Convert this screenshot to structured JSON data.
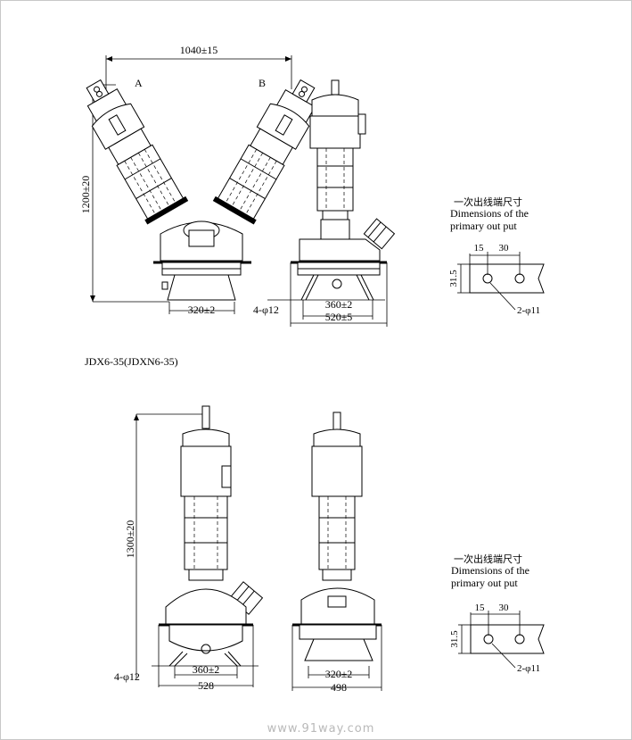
{
  "model_title": "JDX6-35(JDXN6-35)",
  "top": {
    "width_dim": "1040±15",
    "height_dim": "1200±20",
    "label_a": "A",
    "label_b": "B",
    "dim_320": "320±2",
    "holes_label": "4-φ12",
    "dim_360": "360±2",
    "dim_520": "520±5",
    "outlet": {
      "cn": "一次出线端尺寸",
      "en1": "Dimensions of the",
      "en2": "primary out put",
      "d15": "15",
      "d30": "30",
      "d315": "31.5",
      "holes": "2-φ11"
    }
  },
  "bottom": {
    "height_dim": "1300±20",
    "holes_label": "4-φ12",
    "dim_360": "360±2",
    "dim_528": "528",
    "dim_320": "320±2",
    "dim_498": "498",
    "outlet": {
      "cn": "一次出线端尺寸",
      "en1": "Dimensions of the",
      "en2": "primary out put",
      "d15": "15",
      "d30": "30",
      "d315": "31.5",
      "holes": "2-φ11"
    }
  },
  "watermark": "www.91way.com"
}
